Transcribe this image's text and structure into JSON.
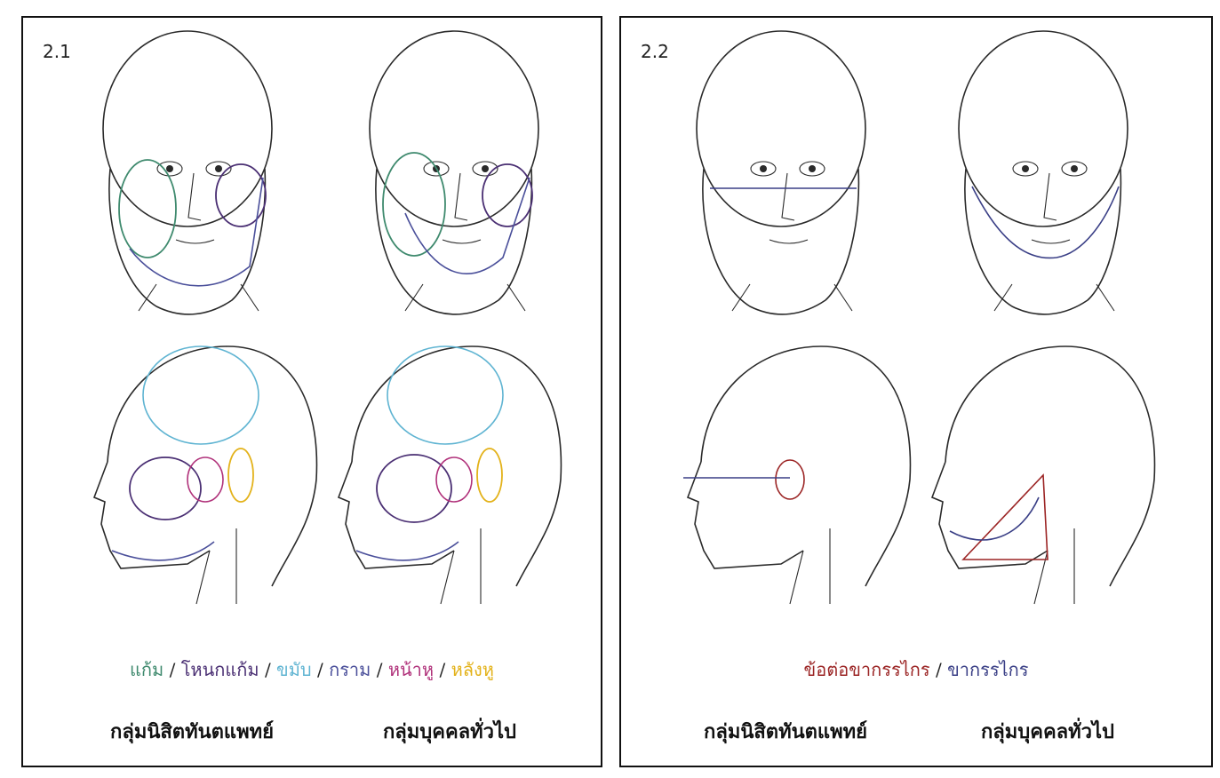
{
  "panels": [
    {
      "label": "2.1",
      "legend": [
        {
          "text": "แก้ม",
          "color": "#3f8a6e"
        },
        {
          "text": "โหนกแก้ม",
          "color": "#4a2f73"
        },
        {
          "text": "ขมับ",
          "color": "#5fb4d2"
        },
        {
          "text": "กราม",
          "color": "#4a4f9a"
        },
        {
          "text": "หน้าหู",
          "color": "#b0317a"
        },
        {
          "text": "หลังหู",
          "color": "#e3b21a"
        }
      ],
      "groups": [
        "กลุ่มนิสิตทันตแพทย์",
        "กลุ่มบุคคลทั่วไป"
      ]
    },
    {
      "label": "2.2",
      "legend": [
        {
          "text": "ข้อต่อขากรรไกร",
          "color": "#9b2424"
        },
        {
          "text": "ขากรรไกร",
          "color": "#3a3f86"
        }
      ],
      "groups": [
        "กลุ่มนิสิตทันตแพทย์",
        "กลุ่มบุคคลทั่วไป"
      ]
    }
  ],
  "separator": "/"
}
